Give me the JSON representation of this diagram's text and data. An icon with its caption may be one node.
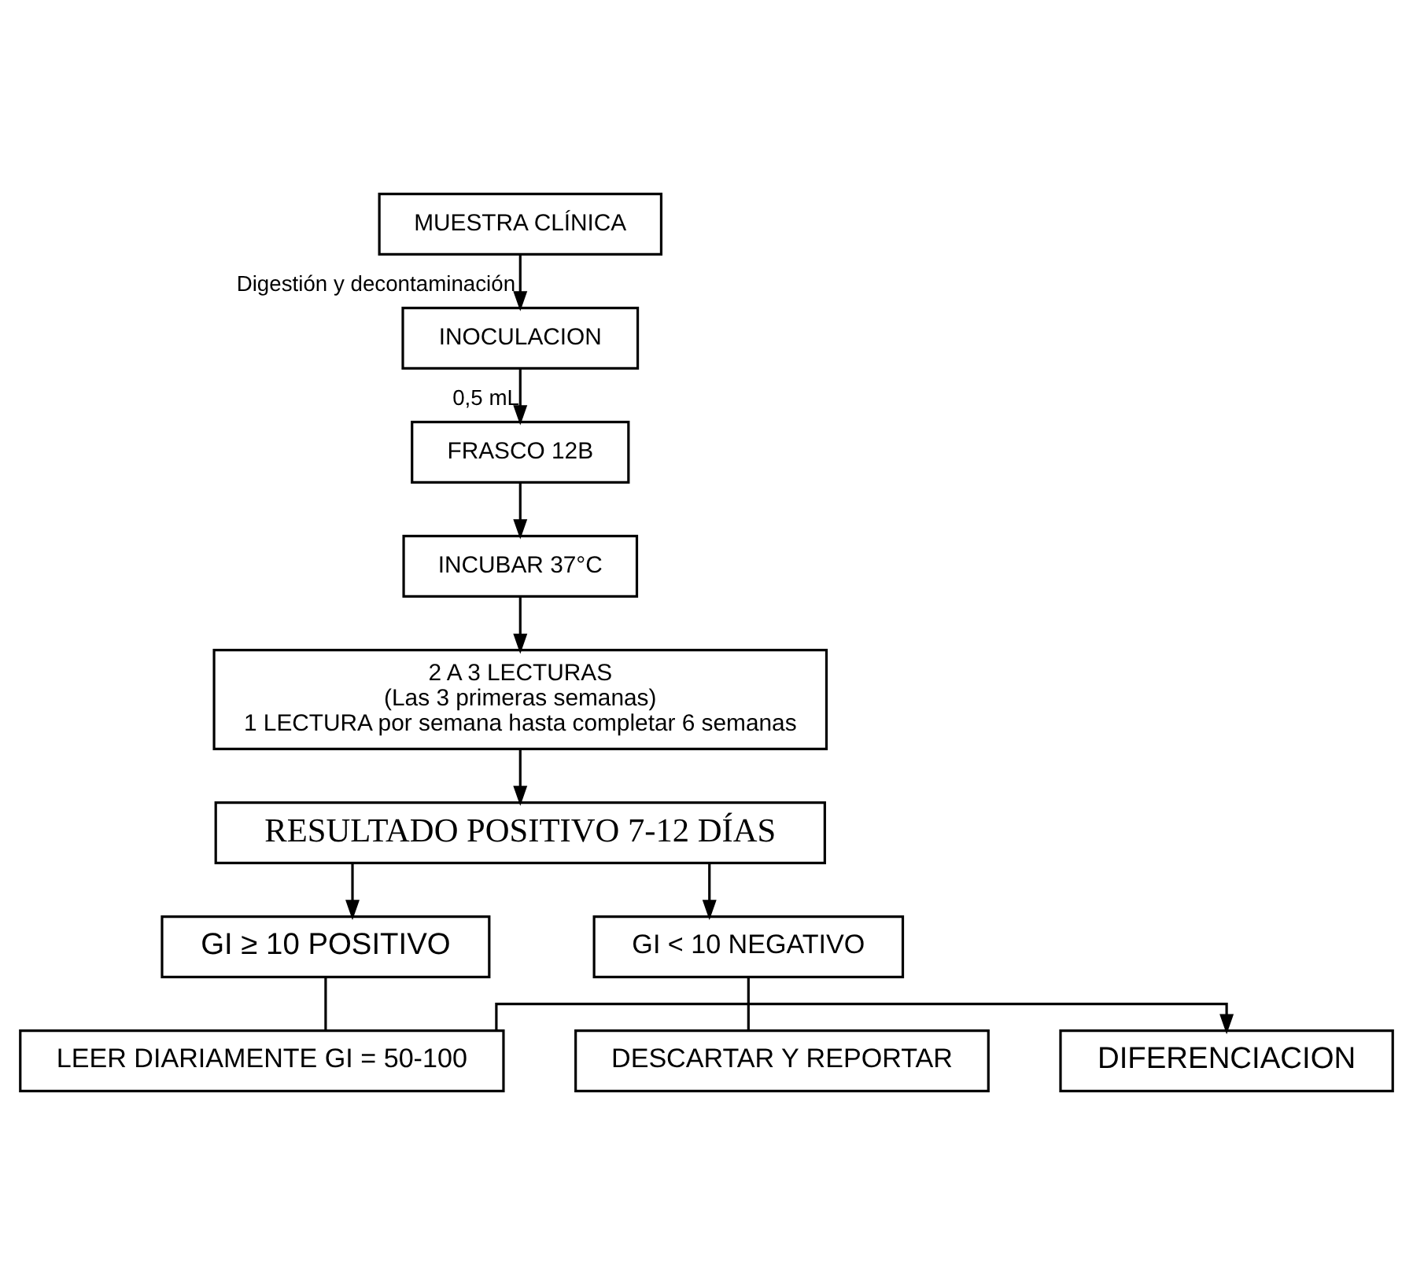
{
  "diagram": {
    "nodes": [
      {
        "text": [
          "MUESTRA CLÍNICA"
        ]
      },
      {
        "text": [
          "INOCULACION"
        ]
      },
      {
        "text": [
          "FRASCO 12B"
        ]
      },
      {
        "text": [
          "INCUBAR 37°C"
        ]
      },
      {
        "text": [
          "2 A 3 LECTURAS",
          "(Las 3 primeras semanas)",
          "1 LECTURA por semana hasta completar 6 semanas"
        ]
      },
      {
        "text": [
          "RESULTADO POSITIVO 7-12 DÍAS"
        ]
      },
      {
        "text": [
          "GI ≥ 10 POSITIVO"
        ]
      },
      {
        "text": [
          "GI < 10 NEGATIVO"
        ]
      },
      {
        "text": [
          "DIFERENCIACION"
        ]
      },
      {
        "text": [
          "LEER DIARIAMENTE GI = 50-100"
        ]
      },
      {
        "text": [
          "DESCARTAR Y REPORTAR"
        ]
      }
    ],
    "edges": [
      {
        "from": 0,
        "to": 1,
        "arrow": "to",
        "label": "Digestión y decontaminación"
      },
      {
        "from": 1,
        "to": 2,
        "arrow": "to",
        "label": "0,5 mL"
      },
      {
        "from": 2,
        "to": 3,
        "arrow": "to"
      },
      {
        "from": 3,
        "to": 4,
        "arrow": "to"
      },
      {
        "from": 4,
        "to": 5,
        "arrow": "to"
      },
      {
        "from": 5,
        "to": 6,
        "arrow": "to"
      },
      {
        "from": 5,
        "to": 7,
        "arrow": "to"
      },
      {
        "from": 6,
        "to": 9,
        "arrow": "none"
      },
      {
        "from": 9,
        "to": 8,
        "arrow": "to"
      },
      {
        "from": 7,
        "to": 10,
        "arrow": "none"
      }
    ]
  }
}
